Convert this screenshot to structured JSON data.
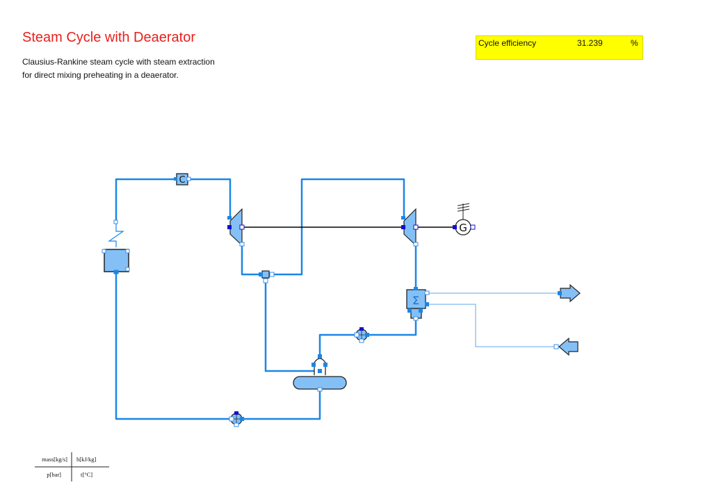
{
  "header": {
    "title": "Steam Cycle with Deaerator",
    "description_lines": [
      "Clausius-Rankine steam cycle with steam extraction",
      "for direct mixing preheating in a deaerator."
    ]
  },
  "efficiency_display": {
    "label": "Cycle efficiency",
    "value": "31.239",
    "unit": "%"
  },
  "legend": {
    "top_left": "mass[kg/s]",
    "top_right": "h[kJ/kg]",
    "bottom_left": "p[bar]",
    "bottom_right": "t[°C]"
  },
  "components": {
    "controller_label": "C",
    "generator_label": "G"
  },
  "colors": {
    "pipe": "#1a86e6",
    "pipe_thin": "#5ba8ec",
    "component_fill": "#84c0f6",
    "port_dark": "#1111cc",
    "port_light": "#3a8ee8",
    "shaft": "#000000",
    "title": "#e8201c",
    "efficiency_bg": "#ffff00"
  }
}
